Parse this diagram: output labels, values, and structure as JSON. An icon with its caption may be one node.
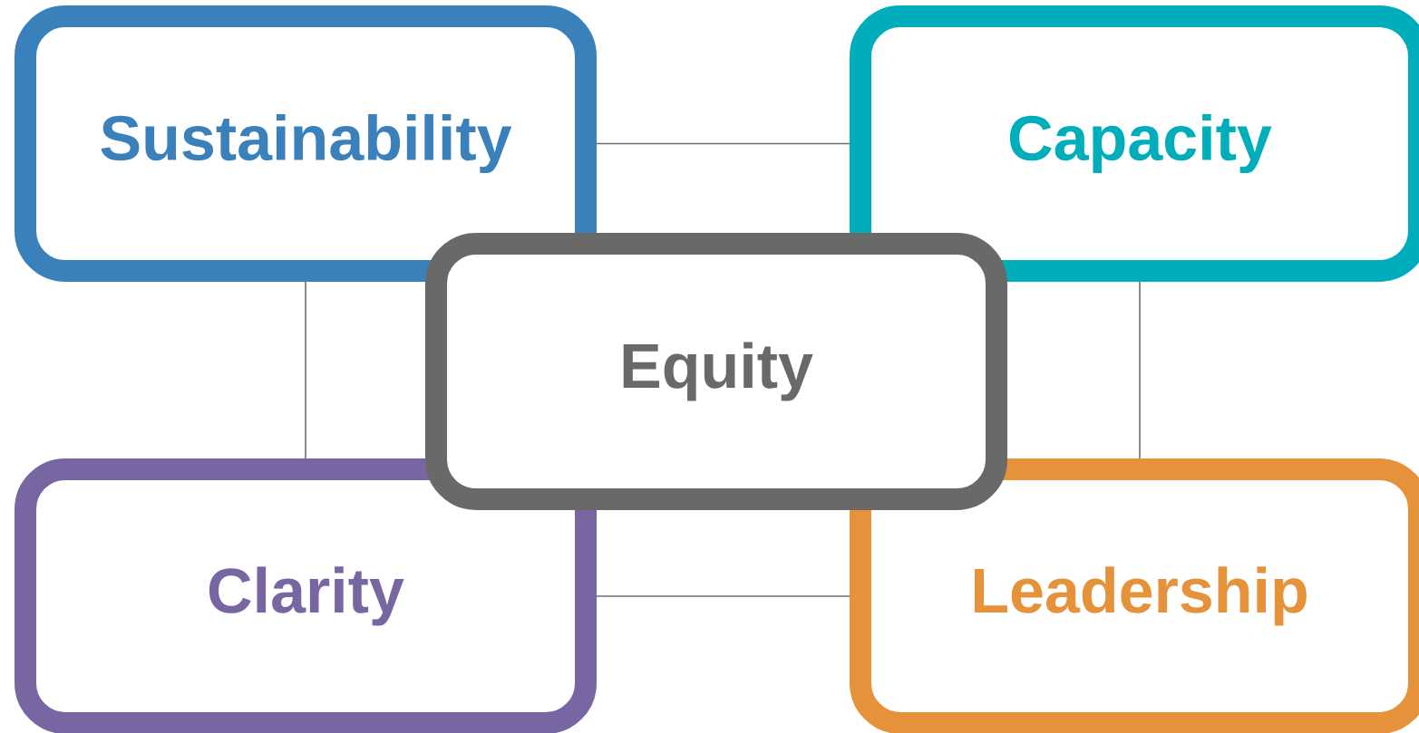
{
  "diagram": {
    "nodes": [
      {
        "text": [
          "Sustainability"
        ]
      },
      {
        "text": [
          "Capacity"
        ]
      },
      {
        "text": [
          "Equity"
        ]
      },
      {
        "text": [
          "Clarity"
        ]
      },
      {
        "text": [
          "Leadership"
        ]
      }
    ],
    "edges": [
      {
        "from": 0,
        "to": 1,
        "arrow": "none"
      },
      {
        "from": 0,
        "to": 3,
        "arrow": "none"
      },
      {
        "from": 1,
        "to": 4,
        "arrow": "none"
      },
      {
        "from": 3,
        "to": 4,
        "arrow": "none"
      }
    ]
  }
}
